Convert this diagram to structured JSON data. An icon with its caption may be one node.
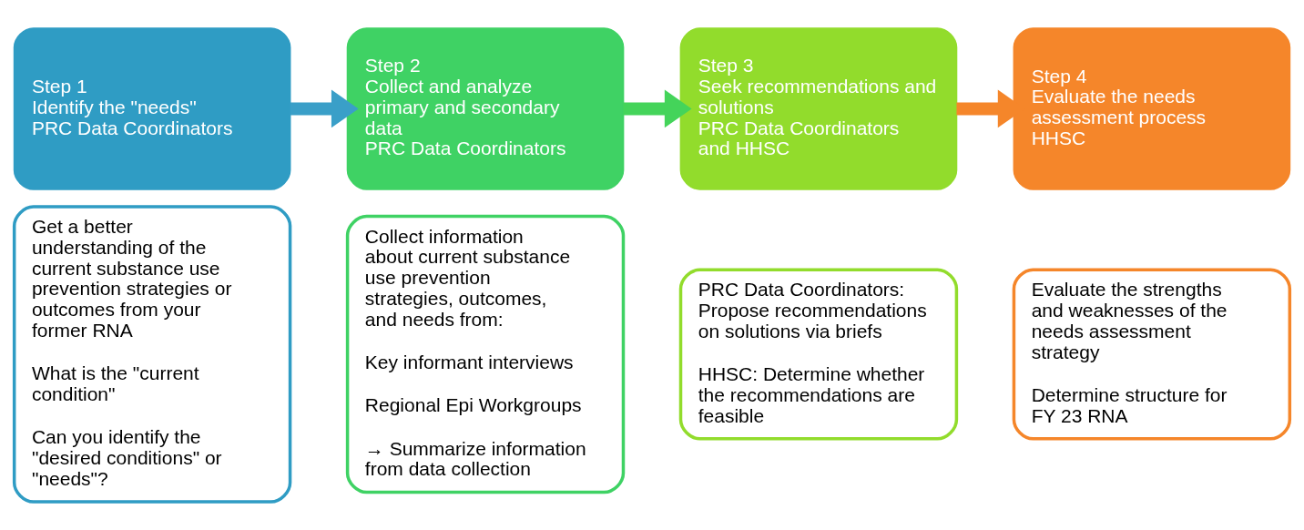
{
  "diagram": {
    "nodes": [
      {
        "text": [
          "Step 1",
          "Identify the \"needs\"",
          "PRC Data Coordinators"
        ]
      },
      {
        "text": [
          "Get a better understanding of the current substance use prevention strategies or outcomes from your former RNA",
          "What is the \"current condition\"",
          "Can you identify the \"desired conditions\" or \"needs\"?"
        ]
      },
      {
        "text": [
          "Step 2",
          "Collect and analyze primary and secondary data",
          "PRC Data Coordinators"
        ]
      },
      {
        "text": [
          "Collect information about current substance use prevention strategies, outcomes, and needs from:",
          "Key informant interviews",
          "Regional Epi Workgroups",
          "→ Summarize information from data collection"
        ]
      },
      {
        "text": [
          "Step 3",
          "Seek recommendations and solutions",
          "PRC Data Coordinators and HHSC"
        ]
      },
      {
        "text": [
          "PRC Data Coordinators: Propose recommendations on solutions via briefs",
          "HHSC: Determine whether the recommendations are feasible"
        ]
      },
      {
        "text": [
          "Step 4",
          "Evaluate the needs assessment process",
          "HHSC"
        ]
      },
      {
        "text": [
          "Evaluate the strengths and weaknesses of the needs assessment strategy",
          "Determine structure for FY 23 RNA"
        ]
      }
    ],
    "edges": [
      {
        "from": 0,
        "to": 2,
        "arrow": "to",
        "color": "#3a9fc8"
      },
      {
        "from": 2,
        "to": 4,
        "arrow": "to",
        "color": "#44d45a"
      },
      {
        "from": 4,
        "to": 6,
        "arrow": "to",
        "color": "#f5862a"
      }
    ]
  }
}
